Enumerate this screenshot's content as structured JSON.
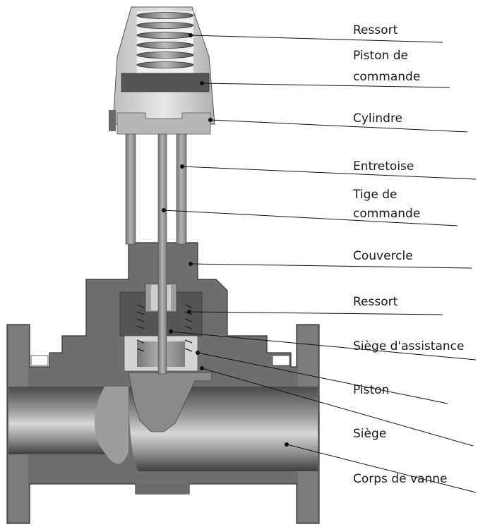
{
  "labels": [
    {
      "id": "ressort-top",
      "lines": [
        "Ressort"
      ]
    },
    {
      "id": "piston-commande",
      "lines": [
        "Piston de",
        "commande"
      ]
    },
    {
      "id": "cylindre",
      "lines": [
        "Cylindre"
      ]
    },
    {
      "id": "entretoise",
      "lines": [
        "Entretoise"
      ]
    },
    {
      "id": "tige-commande",
      "lines": [
        "Tige de",
        "commande"
      ]
    },
    {
      "id": "couvercle",
      "lines": [
        "Couvercle"
      ]
    },
    {
      "id": "ressort-bottom",
      "lines": [
        "Ressort"
      ]
    },
    {
      "id": "siege-assistance",
      "lines": [
        "Siège d'assistance"
      ]
    },
    {
      "id": "piston",
      "lines": [
        "Piston"
      ]
    },
    {
      "id": "siege",
      "lines": [
        "Siège"
      ]
    },
    {
      "id": "corps-vanne",
      "lines": [
        "Corps de vanne"
      ]
    }
  ]
}
